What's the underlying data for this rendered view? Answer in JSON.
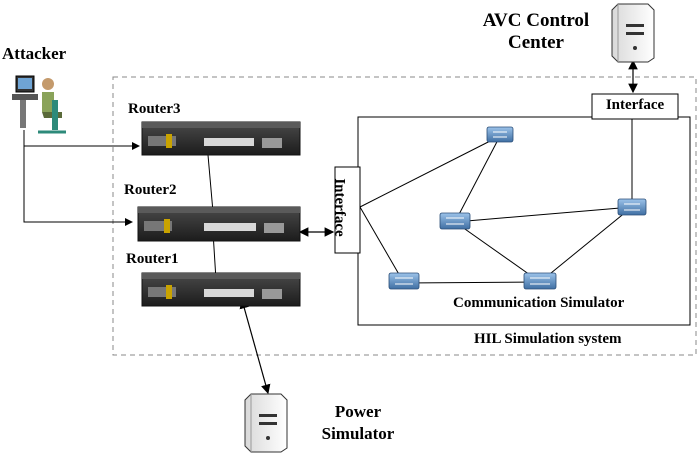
{
  "diagram": {
    "labels": {
      "attacker": "Attacker",
      "router3": "Router3",
      "router2": "Router2",
      "router1": "Router1",
      "avc_line1": "AVC Control",
      "avc_line2": "Center",
      "power_line1": "Power",
      "power_line2": "Simulator",
      "interface_top": "Interface",
      "interface_side": "Interface",
      "communication_simulator": "Communication Simulator",
      "hil_system": "HIL Simulation system"
    },
    "colors": {
      "line": "#000000",
      "dashed_border": "#888888",
      "router_body": "#2a2a2a",
      "switch_body": "#4a7fb5",
      "server_body": "#e8e8e8"
    }
  }
}
